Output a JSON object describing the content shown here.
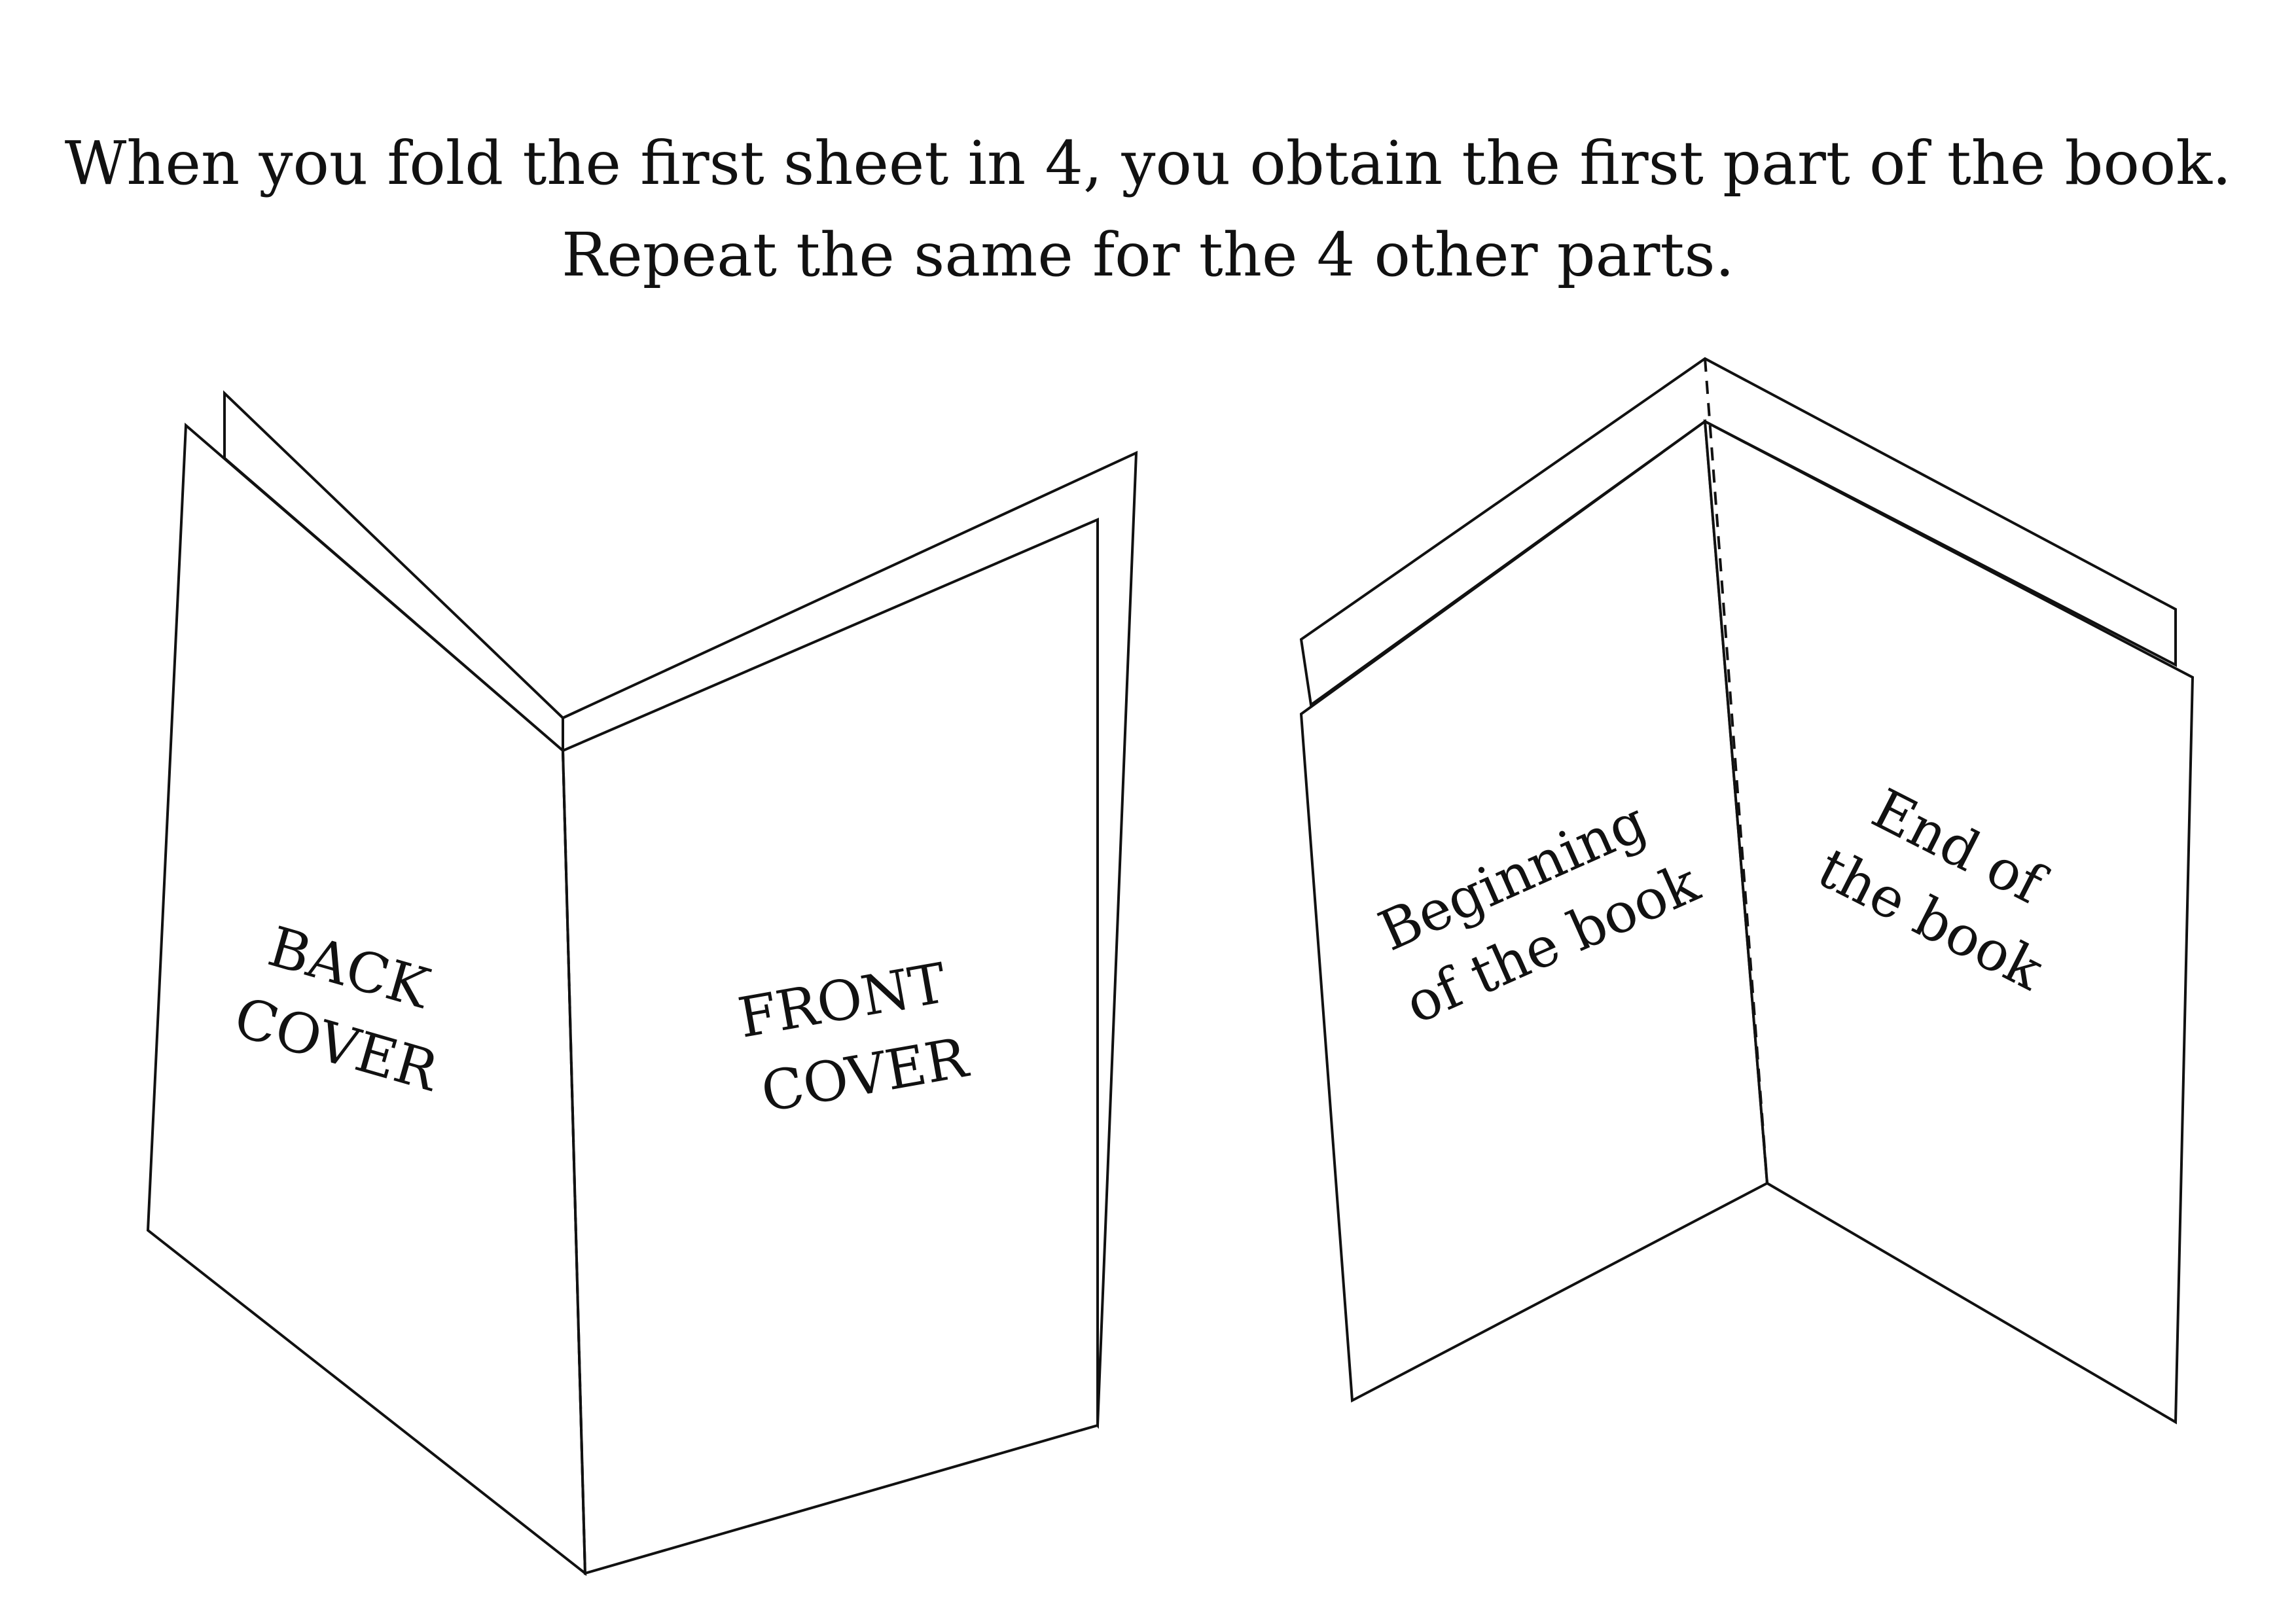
{
  "instructions": {
    "line1": "When you fold the first sheet in 4, you obtain the first part of the book.",
    "line2": "Repeat the same for the 4 other parts."
  },
  "outer_view": {
    "back_cover": [
      "BACK",
      "COVER"
    ],
    "front_cover": [
      "FRONT",
      "COVER"
    ]
  },
  "inner_view": {
    "beginning": [
      "Beginning",
      "of the book"
    ],
    "end": [
      "End of",
      "the book"
    ]
  }
}
